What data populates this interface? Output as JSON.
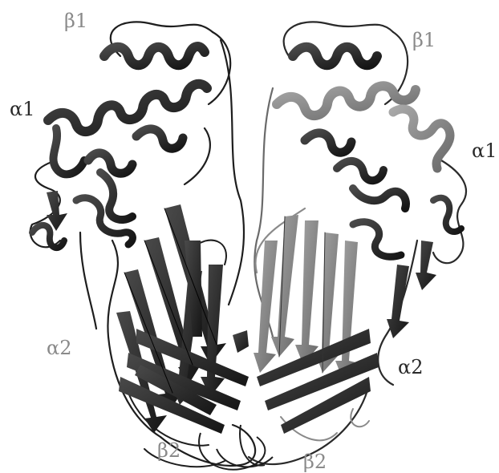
{
  "figure": {
    "labels": {
      "beta1_left": "β1",
      "beta1_right": "β1",
      "alpha1_left": "α1",
      "alpha1_right": "α1",
      "alpha2_left": "α2",
      "alpha2_right": "α2",
      "beta2_left": "β2",
      "beta2_right": "β2"
    },
    "colors": {
      "chain_dark": "#2b2b2b",
      "chain_light": "#8c8c8c",
      "label_gray": "#8a8a8a",
      "label_dark": "#2a2a2a"
    }
  }
}
